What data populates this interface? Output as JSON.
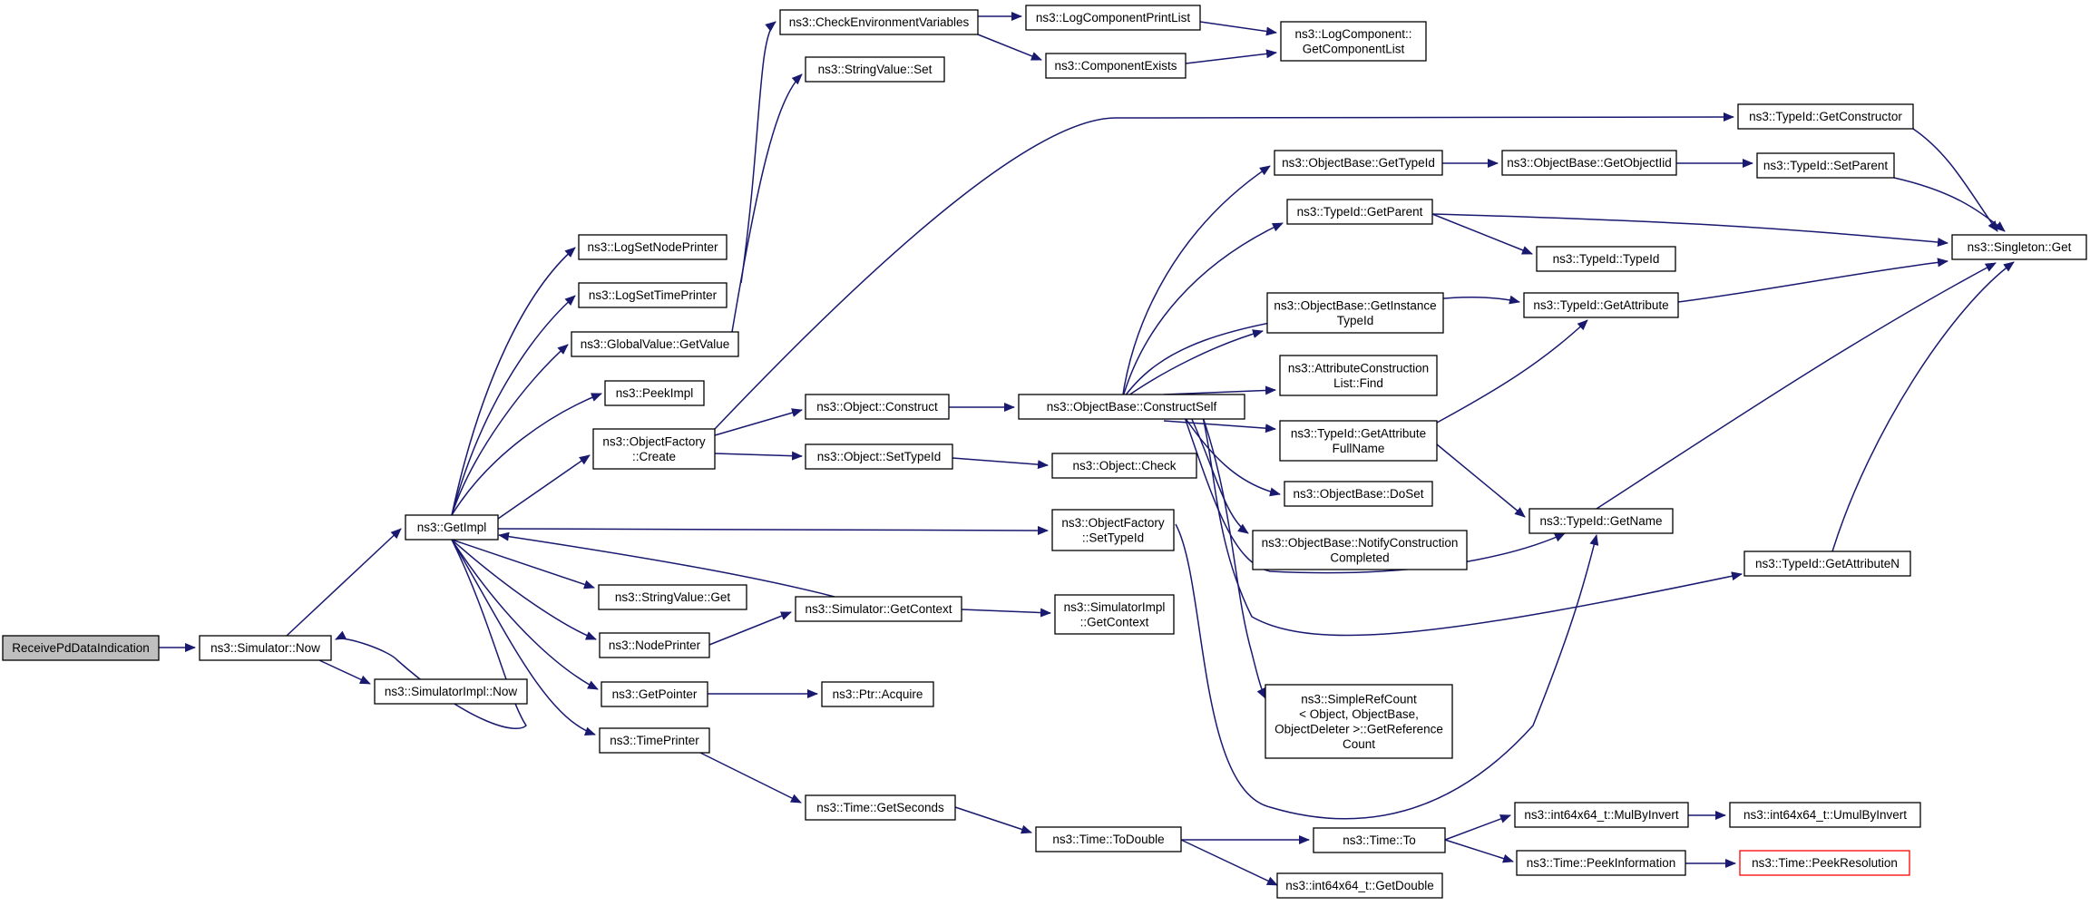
{
  "colors": {
    "edge": "#191970",
    "root_fill": "#bfbfbf",
    "red_border": "#ff0000"
  },
  "nodes": {
    "receive": [
      "ReceivePdDataIndication"
    ],
    "simnow": [
      "ns3::Simulator::Now"
    ],
    "simimplnow": [
      "ns3::SimulatorImpl::Now"
    ],
    "getimpl": [
      "ns3::GetImpl"
    ],
    "logsetnode": [
      "ns3::LogSetNodePrinter"
    ],
    "logsettime": [
      "ns3::LogSetTimePrinter"
    ],
    "gvgetvalue": [
      "ns3::GlobalValue::GetValue"
    ],
    "peekimpl": [
      "ns3::PeekImpl"
    ],
    "objfactcreate": [
      "ns3::ObjectFactory",
      "::Create"
    ],
    "strvalget": [
      "ns3::StringValue::Get"
    ],
    "nodeprinter": [
      "ns3::NodePrinter"
    ],
    "getpointer": [
      "ns3::GetPointer"
    ],
    "timeprinter": [
      "ns3::TimePrinter"
    ],
    "checkenv": [
      "ns3::CheckEnvironmentVariables"
    ],
    "strvalset": [
      "ns3::StringValue::Set"
    ],
    "logcompprint": [
      "ns3::LogComponentPrintList"
    ],
    "compexists": [
      "ns3::ComponentExists"
    ],
    "logcompget": [
      "ns3::LogComponent::",
      "GetComponentList"
    ],
    "objconstruct": [
      "ns3::Object::Construct"
    ],
    "objsettypeid": [
      "ns3::Object::SetTypeId"
    ],
    "simgetctx": [
      "ns3::Simulator::GetContext"
    ],
    "ptracquire": [
      "ns3::Ptr::Acquire"
    ],
    "timegetsec": [
      "ns3::Time::GetSeconds"
    ],
    "obconstructself": [
      "ns3::ObjectBase::ConstructSelf"
    ],
    "objcheck": [
      "ns3::Object::Check"
    ],
    "objfactsettid": [
      "ns3::ObjectFactory",
      "::SetTypeId"
    ],
    "simimplgetctx": [
      "ns3::SimulatorImpl",
      "::GetContext"
    ],
    "timetodouble": [
      "ns3::Time::ToDouble"
    ],
    "obgettypeid": [
      "ns3::ObjectBase::GetTypeId"
    ],
    "tidgetparent": [
      "ns3::TypeId::GetParent"
    ],
    "obgetinst": [
      "ns3::ObjectBase::GetInstance",
      "TypeId"
    ],
    "attrconstfind": [
      "ns3::AttributeConstruction",
      "List::Find"
    ],
    "tidgetattrfull": [
      "ns3::TypeId::GetAttribute",
      "FullName"
    ],
    "obdoset": [
      "ns3::ObjectBase::DoSet"
    ],
    "obnotify": [
      "ns3::ObjectBase::NotifyConstruction",
      "Completed"
    ],
    "simplerefcount": [
      "ns3::SimpleRefCount",
      "< Object, ObjectBase,",
      "ObjectDeleter >::GetReference",
      "Count"
    ],
    "timeto": [
      "ns3::Time::To"
    ],
    "i64getdouble": [
      "ns3::int64x64_t::GetDouble"
    ],
    "obgetobjtid": [
      "ns3::ObjectBase::GetObjectIid"
    ],
    "tidtypeid": [
      "ns3::TypeId::TypeId"
    ],
    "tidgetattr": [
      "ns3::TypeId::GetAttribute"
    ],
    "tidgetname": [
      "ns3::TypeId::GetName"
    ],
    "i64mulbyinv": [
      "ns3::int64x64_t::MulByInvert"
    ],
    "timepeekinfo": [
      "ns3::Time::PeekInformation"
    ],
    "tidgetconstructor": [
      "ns3::TypeId::GetConstructor"
    ],
    "tidsetparent": [
      "ns3::TypeId::SetParent"
    ],
    "tidgetattrn": [
      "ns3::TypeId::GetAttributeN"
    ],
    "i64umulbyinv": [
      "ns3::int64x64_t::UmulByInvert"
    ],
    "timepeekres": [
      "ns3::Time::PeekResolution"
    ],
    "singletonget": [
      "ns3::Singleton::Get"
    ]
  }
}
